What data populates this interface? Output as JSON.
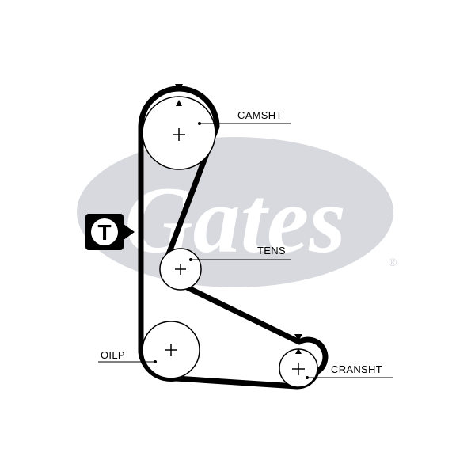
{
  "diagram": {
    "labels": {
      "camshaft": "CAMSHT",
      "tensioner": "TENS",
      "oil_pump": "OILP",
      "crankshaft": "CRANSHT"
    },
    "tensioner_badge": "T",
    "watermark": {
      "brand": "Gates",
      "mark": "®"
    },
    "colors": {
      "belt": "#000000",
      "watermark": "#d8d9de",
      "badge_bg": "#000000",
      "badge_fg": "#ffffff"
    },
    "icons": [
      "timing-mark-icon",
      "pulley-center-icon",
      "tensioner-badge-icon"
    ]
  }
}
